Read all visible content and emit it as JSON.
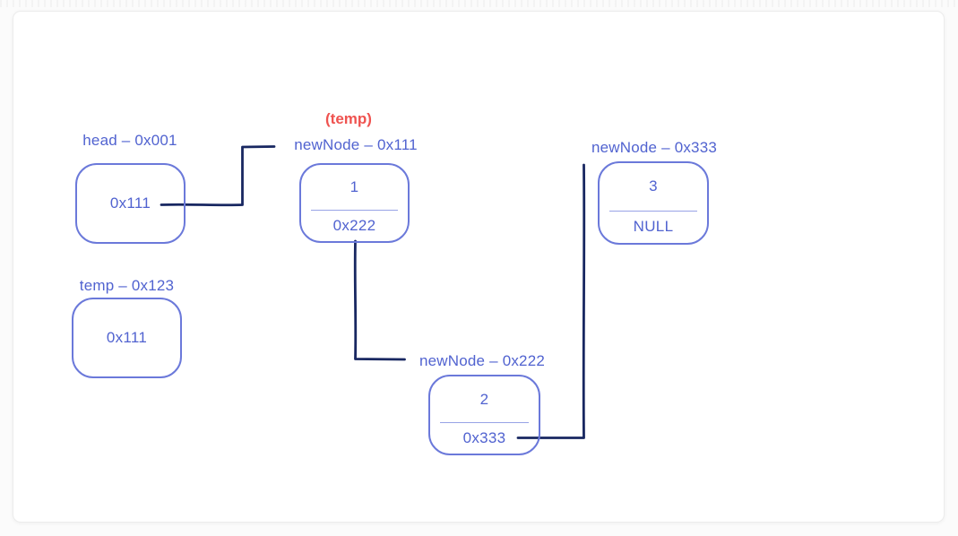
{
  "colors": {
    "page_bg": "#fbfbfb",
    "card_bg": "#ffffff",
    "card_border": "#ececec",
    "node_border": "#6b79da",
    "ink": "#5163d0",
    "connector": "#182761",
    "accent_red": "#ef5350",
    "divider": "#98a3e6"
  },
  "annotation": {
    "temp_label": "(temp)"
  },
  "nodes": {
    "head": {
      "label": "head – 0x001",
      "value": "0x111"
    },
    "n111": {
      "label": "newNode – 0x111",
      "data": "1",
      "next": "0x222"
    },
    "temp": {
      "label": "temp – 0x123",
      "value": "0x111"
    },
    "n222": {
      "label": "newNode – 0x222",
      "data": "2",
      "next": "0x333"
    },
    "n333": {
      "label": "newNode – 0x333",
      "data": "3",
      "next": "NULL"
    }
  }
}
